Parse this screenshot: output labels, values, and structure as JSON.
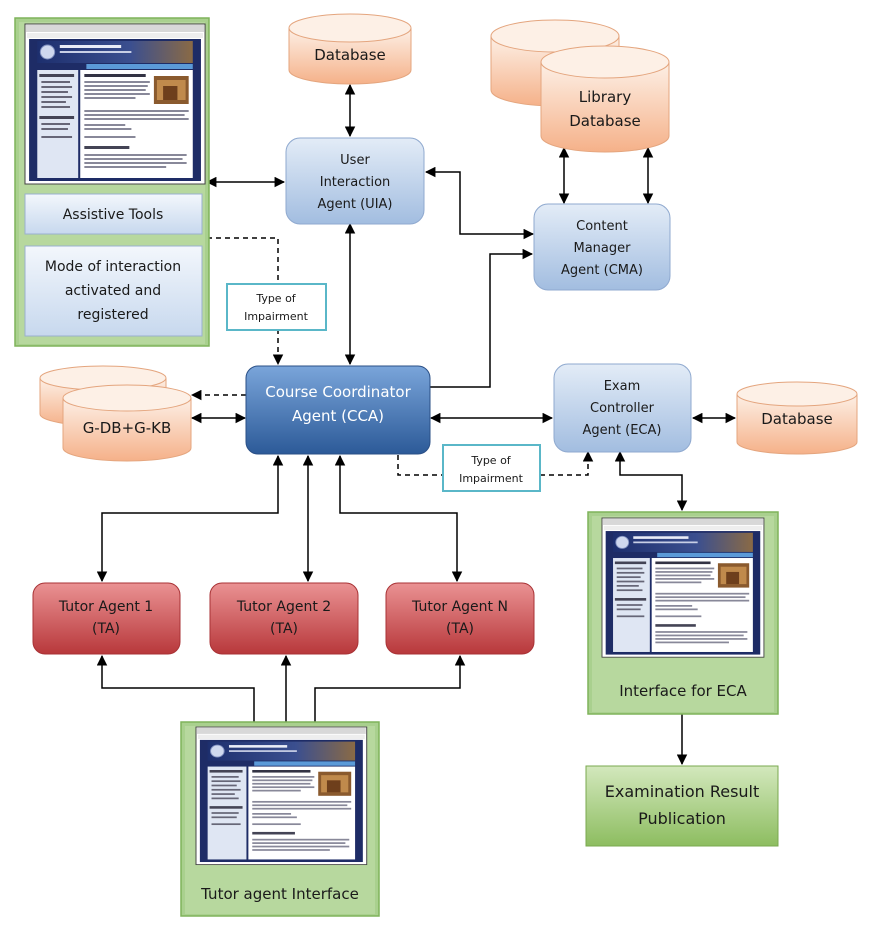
{
  "colors": {
    "agent_blue_top": "#dbe7f5",
    "agent_blue_bottom": "#9bb8dc",
    "cca_blue_top": "#6f9bd3",
    "cca_blue_bottom": "#2f5f9e",
    "db_orange_top": "#fde6d4",
    "db_orange_bottom": "#f6b58c",
    "tutor_red_top": "#e7898a",
    "tutor_red_bottom": "#b9373a",
    "green_panel": "#a9d08e",
    "green_border": "#7fb35a",
    "result_green_top": "#c6e0a8",
    "result_green_bottom": "#86b95a",
    "impairment_border": "#5ab7c8"
  },
  "nodes": {
    "database_top": "Database",
    "library_db_line1": "Library",
    "library_db_line2": "Database",
    "uia_line1": "User",
    "uia_line2": "Interaction",
    "uia_line3": "Agent (UIA)",
    "cma_line1": "Content",
    "cma_line2": "Manager",
    "cma_line3": "Agent (CMA)",
    "assistive_tools": "Assistive Tools",
    "mode_line1": "Mode of interaction",
    "mode_line2": "activated and",
    "mode_line3": "registered",
    "impairment_1_line1": "Type of",
    "impairment_1_line2": "Impairment",
    "cca_line1": "Course Coordinator",
    "cca_line2": "Agent (CCA)",
    "gdb": "G-DB+G-KB",
    "eca_line1": "Exam",
    "eca_line2": "Controller",
    "eca_line3": "Agent (ECA)",
    "database_right": "Database",
    "impairment_2_line1": "Type of",
    "impairment_2_line2": "Impairment",
    "ta1_line1": "Tutor Agent 1",
    "ta1_line2": "(TA)",
    "ta2_line1": "Tutor Agent 2",
    "ta2_line2": "(TA)",
    "tan_line1": "Tutor Agent N",
    "tan_line2": "(TA)",
    "eca_interface": "Interface for ECA",
    "tutor_interface": "Tutor agent Interface",
    "result_line1": "Examination Result",
    "result_line2": "Publication"
  }
}
